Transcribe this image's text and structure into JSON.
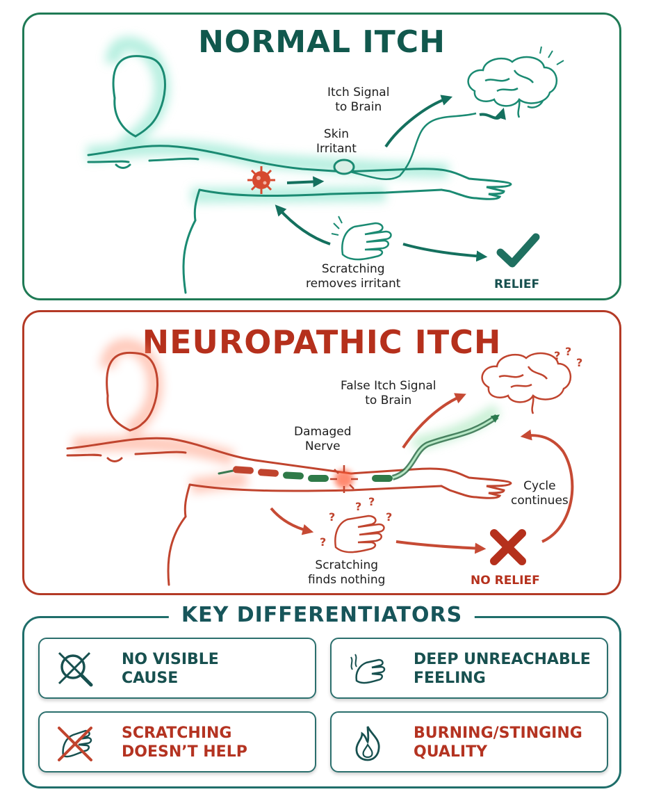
{
  "normal": {
    "title": "NORMAL ITCH",
    "labels": {
      "signal": [
        "Itch Signal",
        "to Brain"
      ],
      "irritant": [
        "Skin",
        "Irritant"
      ],
      "scratching": [
        "Scratching",
        "removes irritant"
      ],
      "outcome": "RELIEF"
    },
    "colors": {
      "border": "#1f7a55",
      "glow": "#5fd3b5",
      "title": "#11584d"
    }
  },
  "neuropathic": {
    "title": "NEUROPATHIC ITCH",
    "labels": {
      "signal": [
        "False Itch Signal",
        "to Brain"
      ],
      "nerve": [
        "Damaged",
        "Nerve"
      ],
      "cycle": [
        "Cycle",
        "continues"
      ],
      "scratching": [
        "Scratching",
        "finds nothing"
      ],
      "outcome": "NO RELIEF"
    },
    "colors": {
      "border": "#b43a26",
      "glow": "#ff6a45",
      "title": "#b5301c"
    }
  },
  "key": {
    "title": "KEY DIFFERENTIATORS",
    "cards": [
      {
        "lines": [
          "NO VISIBLE",
          "CAUSE"
        ],
        "icon": "crossed-magnifier-icon"
      },
      {
        "lines": [
          "DEEP UNREACHABLE",
          "FEELING"
        ],
        "icon": "hand-waves-icon"
      },
      {
        "lines": [
          "SCRATCHING",
          "DOESN’T HELP"
        ],
        "icon": "crossed-hand-icon"
      },
      {
        "lines": [
          "BURNING/STINGING",
          "QUALITY"
        ],
        "icon": "flame-icon"
      }
    ]
  }
}
